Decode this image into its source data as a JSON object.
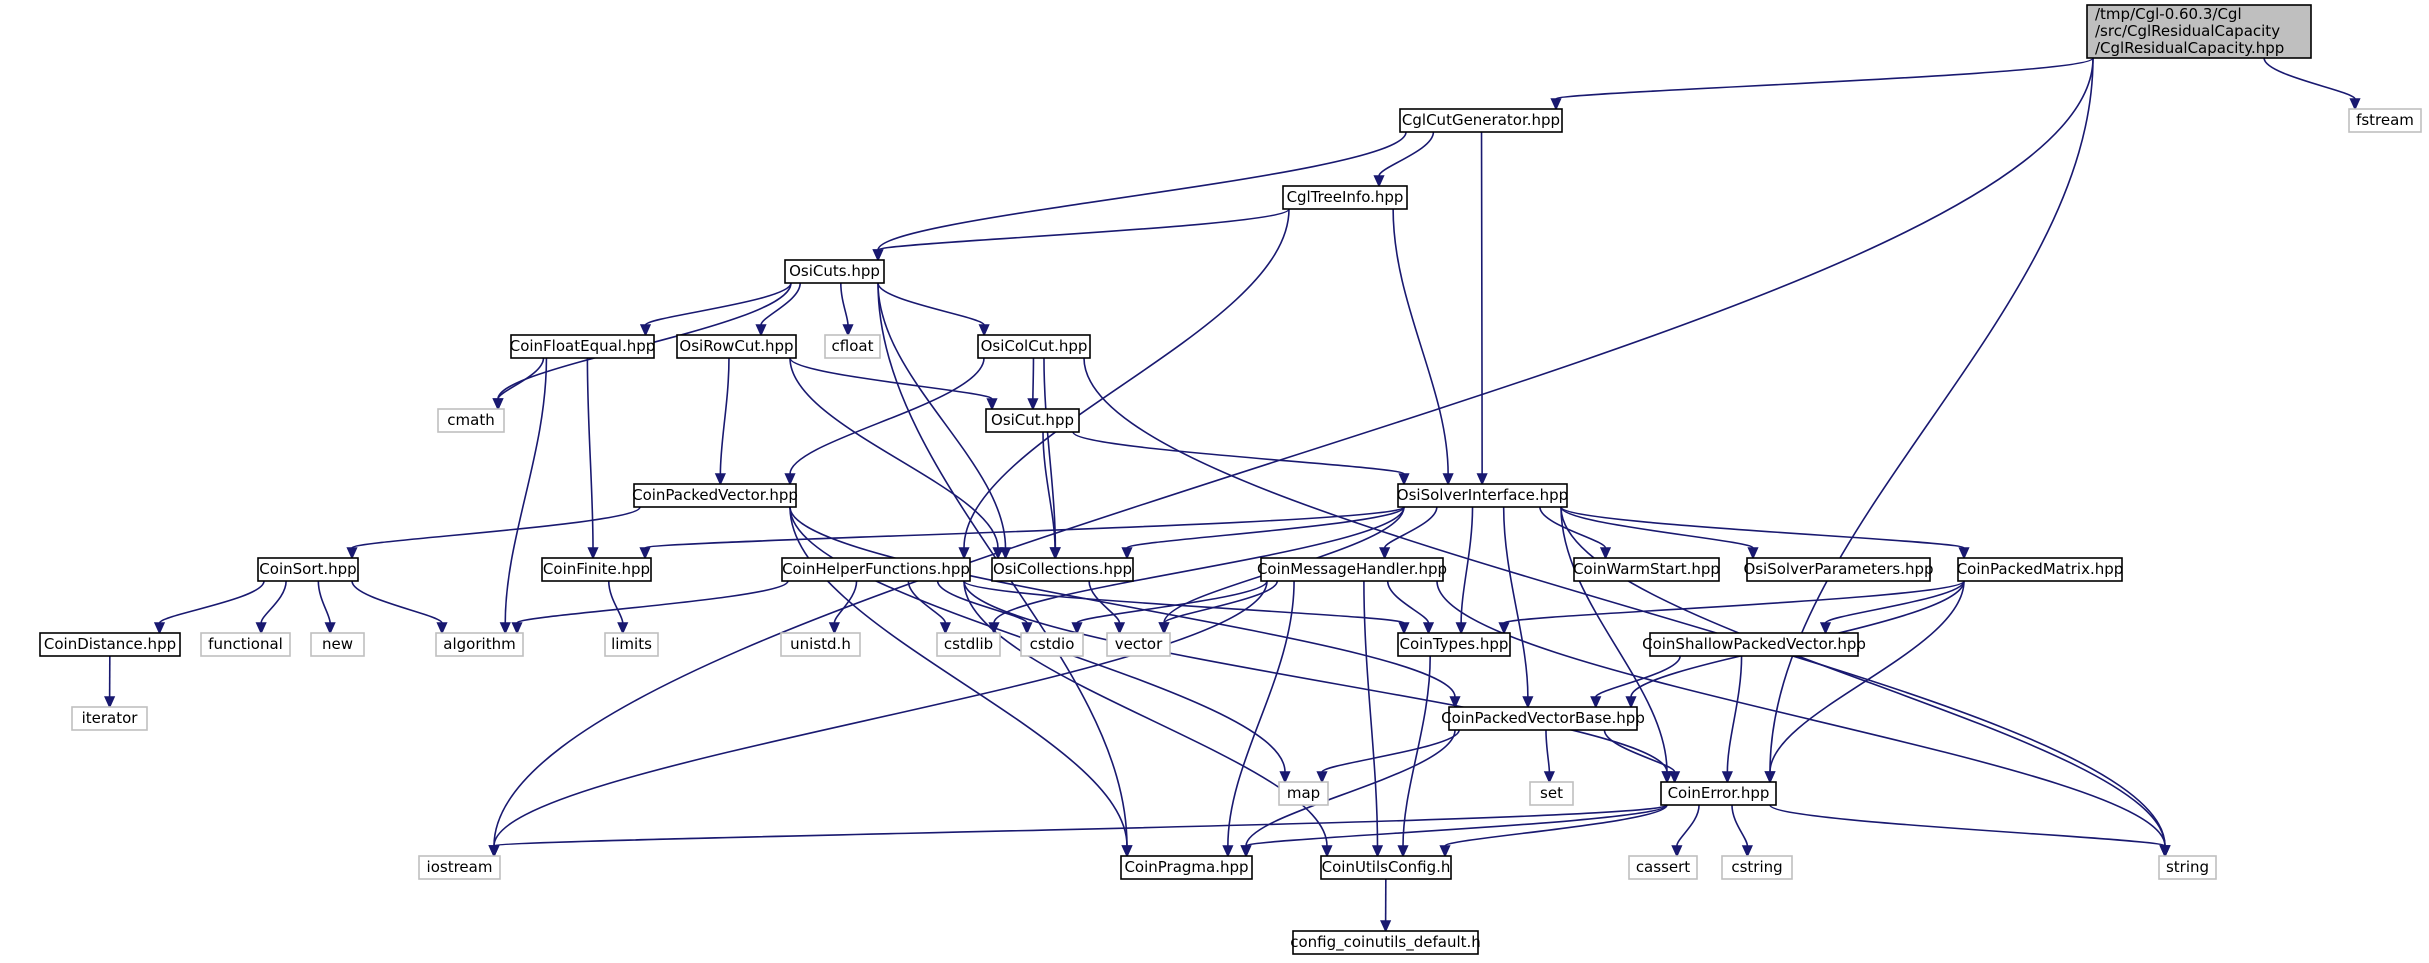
{
  "nodes": [
    {
      "id": "root",
      "lines": [
        "/tmp/Cgl-0.60.3/Cgl",
        "/src/CglResidualCapacity",
        "/CglResidualCapacity.hpp"
      ],
      "kind": "root"
    },
    {
      "id": "fstream",
      "lines": [
        "fstream"
      ],
      "kind": "sys"
    },
    {
      "id": "cglcutgen",
      "lines": [
        "CglCutGenerator.hpp"
      ],
      "kind": "local"
    },
    {
      "id": "cgltreeinfo",
      "lines": [
        "CglTreeInfo.hpp"
      ],
      "kind": "local"
    },
    {
      "id": "osicuts",
      "lines": [
        "OsiCuts.hpp"
      ],
      "kind": "local"
    },
    {
      "id": "coinfloatequal",
      "lines": [
        "CoinFloatEqual.hpp"
      ],
      "kind": "local"
    },
    {
      "id": "osirowcut",
      "lines": [
        "OsiRowCut.hpp"
      ],
      "kind": "local"
    },
    {
      "id": "cfloat",
      "lines": [
        "cfloat"
      ],
      "kind": "sys"
    },
    {
      "id": "osicolcut",
      "lines": [
        "OsiColCut.hpp"
      ],
      "kind": "local"
    },
    {
      "id": "cmath",
      "lines": [
        "cmath"
      ],
      "kind": "sys"
    },
    {
      "id": "osicut",
      "lines": [
        "OsiCut.hpp"
      ],
      "kind": "local"
    },
    {
      "id": "coinpackedvector",
      "lines": [
        "CoinPackedVector.hpp"
      ],
      "kind": "local"
    },
    {
      "id": "osisolverinterface",
      "lines": [
        "OsiSolverInterface.hpp"
      ],
      "kind": "local"
    },
    {
      "id": "coinsort",
      "lines": [
        "CoinSort.hpp"
      ],
      "kind": "local"
    },
    {
      "id": "coinfinite",
      "lines": [
        "CoinFinite.hpp"
      ],
      "kind": "local"
    },
    {
      "id": "coinhelper",
      "lines": [
        "CoinHelperFunctions.hpp"
      ],
      "kind": "local"
    },
    {
      "id": "osicollections",
      "lines": [
        "OsiCollections.hpp"
      ],
      "kind": "local"
    },
    {
      "id": "coinmessage",
      "lines": [
        "CoinMessageHandler.hpp"
      ],
      "kind": "local"
    },
    {
      "id": "coinwarmstart",
      "lines": [
        "CoinWarmStart.hpp"
      ],
      "kind": "local"
    },
    {
      "id": "osisolverparams",
      "lines": [
        "OsiSolverParameters.hpp"
      ],
      "kind": "local"
    },
    {
      "id": "coinpackedmatrix",
      "lines": [
        "CoinPackedMatrix.hpp"
      ],
      "kind": "local"
    },
    {
      "id": "coindistance",
      "lines": [
        "CoinDistance.hpp"
      ],
      "kind": "local"
    },
    {
      "id": "functional",
      "lines": [
        "functional"
      ],
      "kind": "sys"
    },
    {
      "id": "new",
      "lines": [
        "new"
      ],
      "kind": "sys"
    },
    {
      "id": "algorithm",
      "lines": [
        "algorithm"
      ],
      "kind": "sys"
    },
    {
      "id": "limits",
      "lines": [
        "limits"
      ],
      "kind": "sys"
    },
    {
      "id": "unistd",
      "lines": [
        "unistd.h"
      ],
      "kind": "sys"
    },
    {
      "id": "cstdlib",
      "lines": [
        "cstdlib"
      ],
      "kind": "sys"
    },
    {
      "id": "cstdio",
      "lines": [
        "cstdio"
      ],
      "kind": "sys"
    },
    {
      "id": "vector",
      "lines": [
        "vector"
      ],
      "kind": "sys"
    },
    {
      "id": "cointypes",
      "lines": [
        "CoinTypes.hpp"
      ],
      "kind": "local"
    },
    {
      "id": "coinshallow",
      "lines": [
        "CoinShallowPackedVector.hpp"
      ],
      "kind": "local"
    },
    {
      "id": "iterator",
      "lines": [
        "iterator"
      ],
      "kind": "sys"
    },
    {
      "id": "coinpvbase",
      "lines": [
        "CoinPackedVectorBase.hpp"
      ],
      "kind": "local"
    },
    {
      "id": "map",
      "lines": [
        "map"
      ],
      "kind": "sys"
    },
    {
      "id": "set",
      "lines": [
        "set"
      ],
      "kind": "sys"
    },
    {
      "id": "coinerror",
      "lines": [
        "CoinError.hpp"
      ],
      "kind": "local"
    },
    {
      "id": "iostream",
      "lines": [
        "iostream"
      ],
      "kind": "sys"
    },
    {
      "id": "coinpragma",
      "lines": [
        "CoinPragma.hpp"
      ],
      "kind": "local"
    },
    {
      "id": "coinutilsconfig",
      "lines": [
        "CoinUtilsConfig.h"
      ],
      "kind": "local"
    },
    {
      "id": "cassert",
      "lines": [
        "cassert"
      ],
      "kind": "sys"
    },
    {
      "id": "cstring",
      "lines": [
        "cstring"
      ],
      "kind": "sys"
    },
    {
      "id": "string",
      "lines": [
        "string"
      ],
      "kind": "sys"
    },
    {
      "id": "configdefault",
      "lines": [
        "config_coinutils_default.h"
      ],
      "kind": "local"
    }
  ],
  "edges": [
    [
      "root",
      "fstream"
    ],
    [
      "root",
      "cglcutgen"
    ],
    [
      "root",
      "iostream"
    ],
    [
      "root",
      "coinerror"
    ],
    [
      "cglcutgen",
      "cgltreeinfo"
    ],
    [
      "cglcutgen",
      "osicuts"
    ],
    [
      "cglcutgen",
      "osisolverinterface"
    ],
    [
      "cgltreeinfo",
      "osicuts"
    ],
    [
      "cgltreeinfo",
      "osisolverinterface"
    ],
    [
      "cgltreeinfo",
      "coinhelper"
    ],
    [
      "osicuts",
      "coinfloatequal"
    ],
    [
      "osicuts",
      "osirowcut"
    ],
    [
      "osicuts",
      "cfloat"
    ],
    [
      "osicuts",
      "osicolcut"
    ],
    [
      "osicuts",
      "cmath"
    ],
    [
      "osicuts",
      "osicollections"
    ],
    [
      "osicuts",
      "coinpragma"
    ],
    [
      "coinfloatequal",
      "cmath"
    ],
    [
      "coinfloatequal",
      "coinfinite"
    ],
    [
      "coinfloatequal",
      "algorithm"
    ],
    [
      "osirowcut",
      "coinpackedvector"
    ],
    [
      "osirowcut",
      "osicut"
    ],
    [
      "osirowcut",
      "osicollections"
    ],
    [
      "osicolcut",
      "osicut"
    ],
    [
      "osicolcut",
      "coinpackedvector"
    ],
    [
      "osicolcut",
      "osicollections"
    ],
    [
      "osicolcut",
      "string"
    ],
    [
      "osicut",
      "osicollections"
    ],
    [
      "osicut",
      "osisolverinterface"
    ],
    [
      "coinpackedvector",
      "coinsort"
    ],
    [
      "coinpackedvector",
      "coinpvbase"
    ],
    [
      "coinpackedvector",
      "map"
    ],
    [
      "coinpackedvector",
      "coinpragma"
    ],
    [
      "coinsort",
      "coindistance"
    ],
    [
      "coinsort",
      "functional"
    ],
    [
      "coinsort",
      "new"
    ],
    [
      "coinsort",
      "algorithm"
    ],
    [
      "coindistance",
      "iterator"
    ],
    [
      "coinfinite",
      "limits"
    ],
    [
      "coinhelper",
      "algorithm"
    ],
    [
      "coinhelper",
      "unistd"
    ],
    [
      "coinhelper",
      "cstdlib"
    ],
    [
      "coinhelper",
      "cstdio"
    ],
    [
      "coinhelper",
      "cointypes"
    ],
    [
      "coinhelper",
      "coinutilsconfig"
    ],
    [
      "coinhelper",
      "coinerror"
    ],
    [
      "osisolverinterface",
      "coinfinite"
    ],
    [
      "osisolverinterface",
      "osicollections"
    ],
    [
      "osisolverinterface",
      "cstdlib"
    ],
    [
      "osisolverinterface",
      "vector"
    ],
    [
      "osisolverinterface",
      "coinmessage"
    ],
    [
      "osisolverinterface",
      "cointypes"
    ],
    [
      "osisolverinterface",
      "coinwarmstart"
    ],
    [
      "osisolverinterface",
      "osisolverparams"
    ],
    [
      "osisolverinterface",
      "coinpackedmatrix"
    ],
    [
      "osisolverinterface",
      "coinpvbase"
    ],
    [
      "osisolverinterface",
      "coinerror"
    ],
    [
      "osisolverinterface",
      "string"
    ],
    [
      "osicollections",
      "vector"
    ],
    [
      "coinmessage",
      "cstdio"
    ],
    [
      "coinmessage",
      "vector"
    ],
    [
      "coinmessage",
      "cointypes"
    ],
    [
      "coinmessage",
      "iostream"
    ],
    [
      "coinmessage",
      "coinpragma"
    ],
    [
      "coinmessage",
      "coinutilsconfig"
    ],
    [
      "coinmessage",
      "string"
    ],
    [
      "coinpackedmatrix",
      "cointypes"
    ],
    [
      "coinpackedmatrix",
      "coinshallow"
    ],
    [
      "coinpackedmatrix",
      "coinpvbase"
    ],
    [
      "coinpackedmatrix",
      "coinerror"
    ],
    [
      "coinshallow",
      "coinpvbase"
    ],
    [
      "coinshallow",
      "coinerror"
    ],
    [
      "cointypes",
      "coinutilsconfig"
    ],
    [
      "coinpvbase",
      "map"
    ],
    [
      "coinpvbase",
      "set"
    ],
    [
      "coinpvbase",
      "coinerror"
    ],
    [
      "coinpvbase",
      "coinpragma"
    ],
    [
      "coinerror",
      "iostream"
    ],
    [
      "coinerror",
      "coinpragma"
    ],
    [
      "coinerror",
      "coinutilsconfig"
    ],
    [
      "coinerror",
      "cassert"
    ],
    [
      "coinerror",
      "cstring"
    ],
    [
      "coinerror",
      "string"
    ],
    [
      "coinutilsconfig",
      "configdefault"
    ]
  ]
}
